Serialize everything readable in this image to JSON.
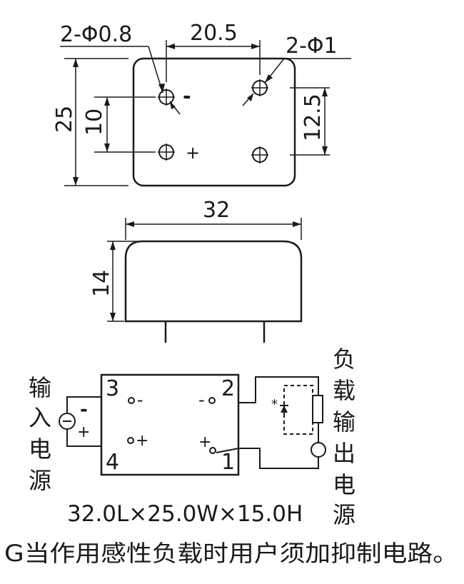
{
  "top_view": {
    "hole_small_label": "2-Φ0.8",
    "hole_large_label": "2-Φ1",
    "pin_spacing_label": "20.5",
    "height_label": "25",
    "inner_left_label": "10",
    "inner_right_label": "12.5",
    "minus_sign": "-",
    "plus_sign": "+"
  },
  "side_view": {
    "width_label": "32",
    "height_label": "14"
  },
  "circuit": {
    "pin3": "3",
    "pin4": "4",
    "pin2": "2",
    "pin1": "1",
    "pin3_sign": "-",
    "pin4_sign": "+",
    "pin2_sign": "-",
    "pin1_sign": "+",
    "input_minus": "-",
    "input_plus": "+",
    "input_label_chars": [
      "输",
      "入",
      "电",
      "源"
    ],
    "output_label_chars": [
      "负",
      "载",
      "输",
      "出",
      "电",
      "源"
    ],
    "asterisk": "*"
  },
  "dimensions_text": "32.0L×25.0W×15.0H",
  "note": "G当作用感性负载时用户须加抑制电路。"
}
